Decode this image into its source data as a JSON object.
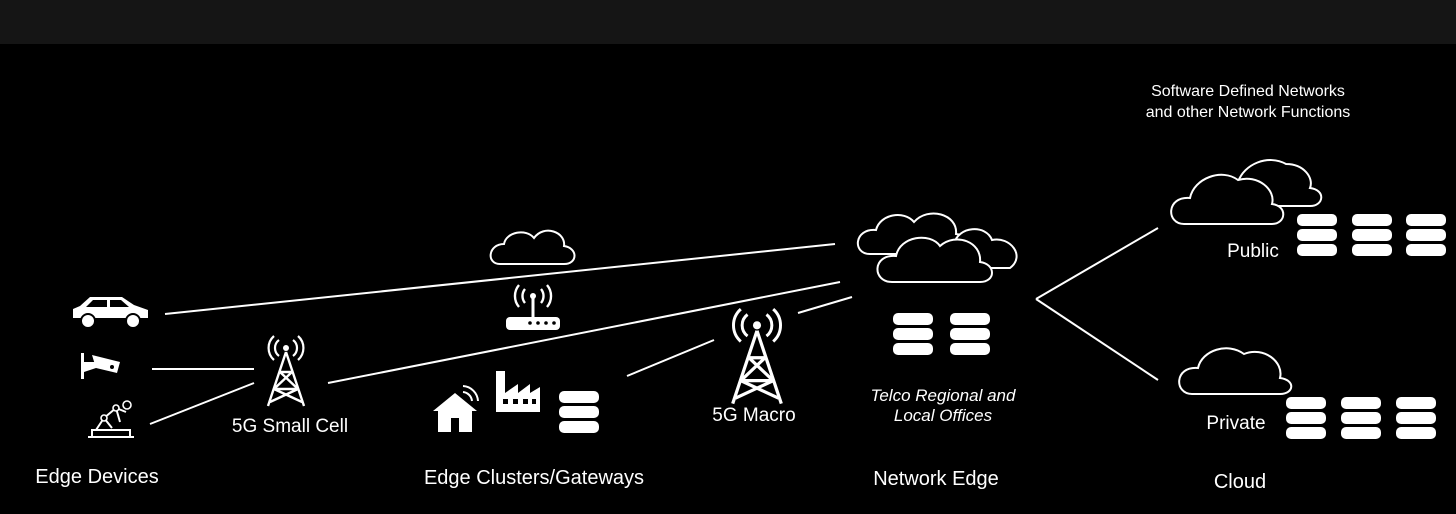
{
  "header": {
    "bar_color": "#151515"
  },
  "colors": {
    "background": "#000000",
    "foreground": "#ffffff"
  },
  "sections": {
    "edge_devices": "Edge Devices",
    "edge_clusters": "Edge Clusters/Gateways",
    "network_edge": "Network Edge",
    "cloud": "Cloud"
  },
  "nodes": {
    "small_cell": "5G Small Cell",
    "macro": "5G Macro",
    "telco_line1": "Telco Regional and",
    "telco_line2": "Local Offices",
    "public": "Public",
    "private": "Private",
    "sdn_line1": "Software Defined Networks",
    "sdn_line2": "and other Network Functions"
  },
  "icons": [
    "car-icon",
    "security-camera-icon",
    "robot-arm-icon",
    "cell-tower-icon",
    "cloud-icon",
    "wifi-router-icon",
    "house-icon",
    "factory-icon",
    "database-icon",
    "server-stack-icon"
  ]
}
